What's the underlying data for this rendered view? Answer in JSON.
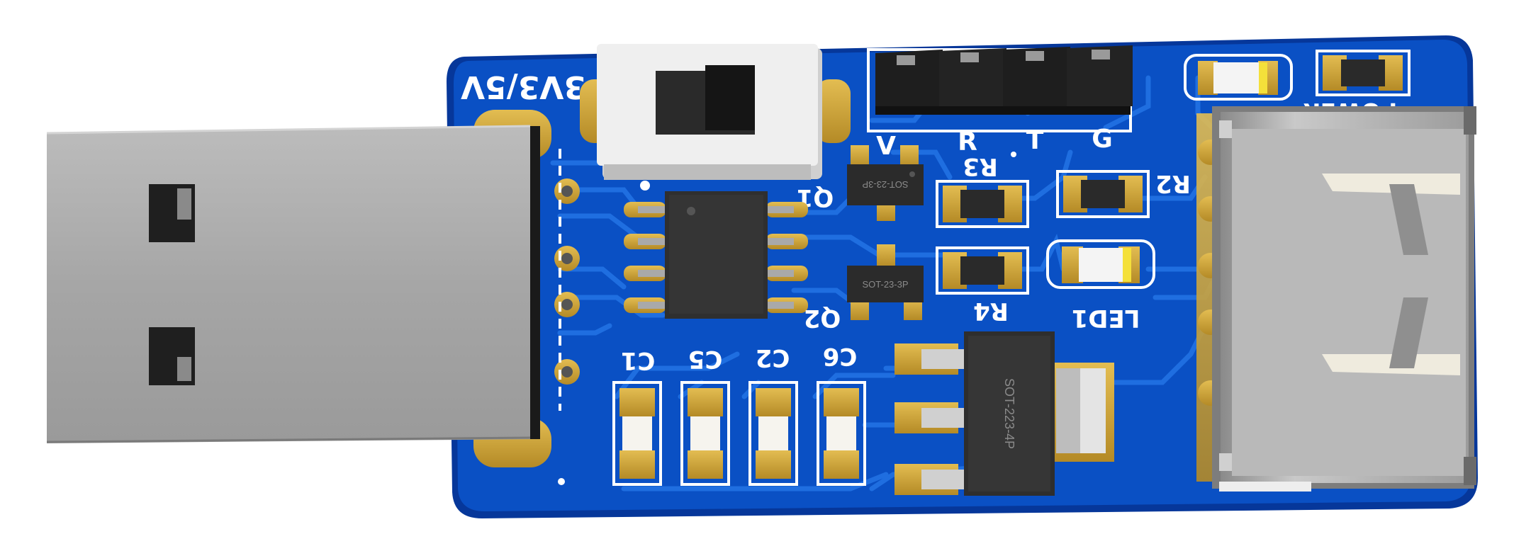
{
  "image": {
    "subject": "3D render of a blue USB adapter circuit board",
    "colors": {
      "background": "#ffffff",
      "pcb": "#0a50c4",
      "pcb_trace": "#1f6ee0",
      "pad_gold": "#c9a23a",
      "silkscreen": "#ffffff",
      "ic_body": "#2d2d2d",
      "connector_metal": "#a8a8a8",
      "switch_body": "#eeeeee"
    }
  },
  "silkscreen": {
    "voltage_label": "3V3/5V",
    "q1": "Q1",
    "q2": "Q2",
    "r1": "R3",
    "r2": "R2",
    "r4": "R4",
    "led1": "LED1",
    "power": "POWER",
    "pin_v": "V",
    "pin_r": "R",
    "pin_t": "T",
    "pin_g": "G",
    "c1": "C1",
    "c5": "C5",
    "c2": "C2",
    "c6": "C6"
  },
  "package_markings": {
    "q1_pkg": "SOT-23-3P",
    "q2_pkg": "SOT-23-3P",
    "reg_pkg": "SOT-223-4P"
  }
}
